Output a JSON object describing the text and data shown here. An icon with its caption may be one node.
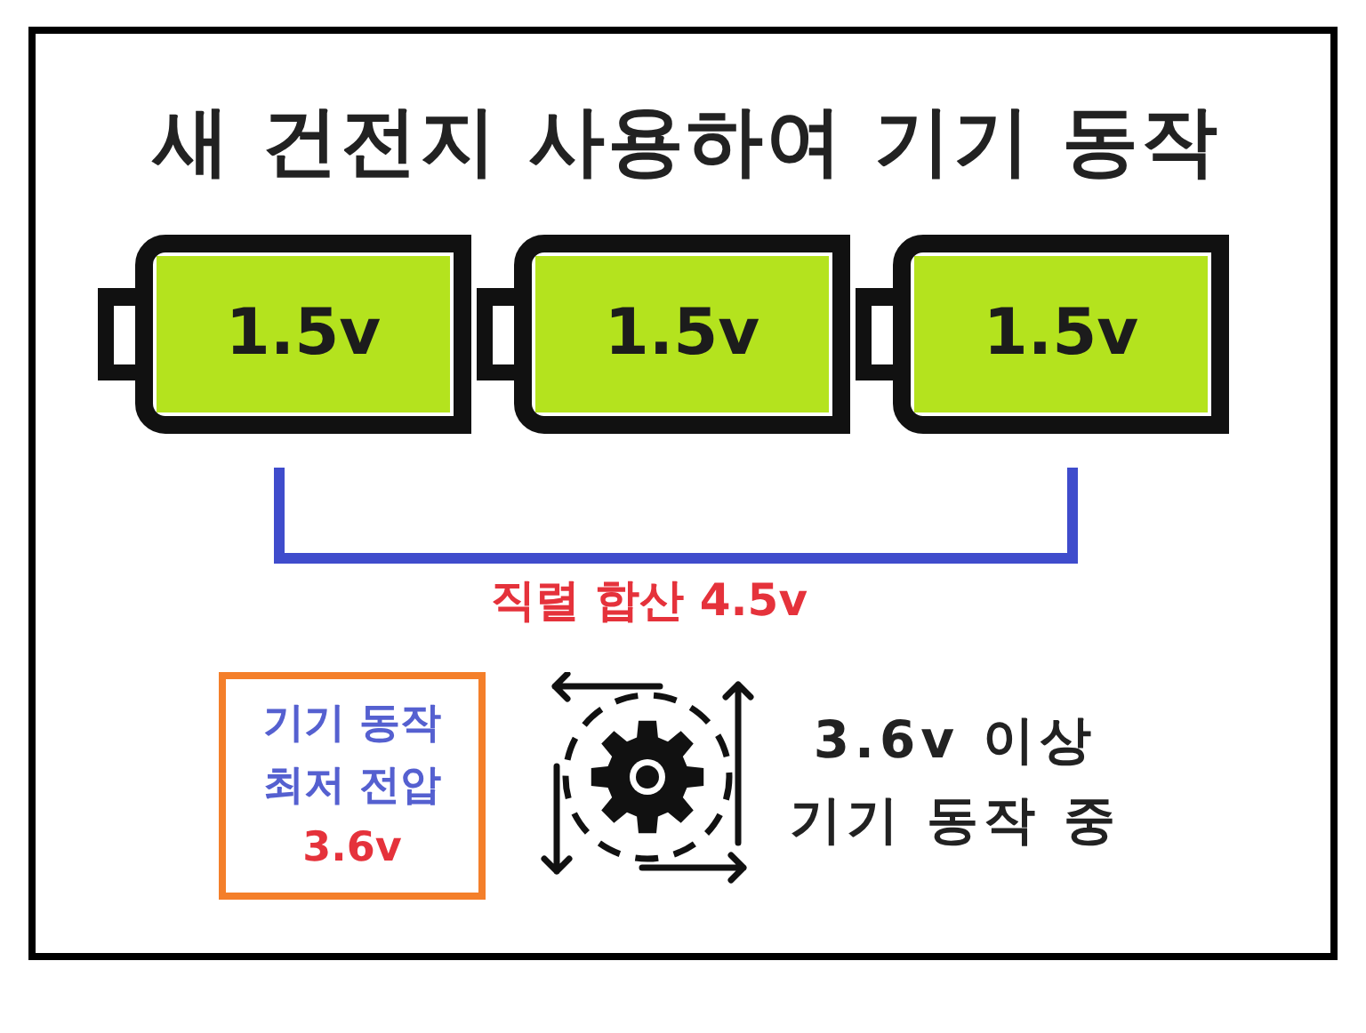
{
  "diagram": {
    "title": "새 건전지 사용하여 기기 동작",
    "nodes": [
      {
        "text": [
          "1.5v"
        ]
      },
      {
        "text": [
          "1.5v"
        ]
      },
      {
        "text": [
          "1.5v"
        ]
      },
      {
        "text": [
          "기기 동작 최저 전압",
          "3.6v"
        ]
      }
    ],
    "labels": [
      "직렬 합산 4.5v",
      "3.6v 이상 기기 동작 중"
    ]
  }
}
